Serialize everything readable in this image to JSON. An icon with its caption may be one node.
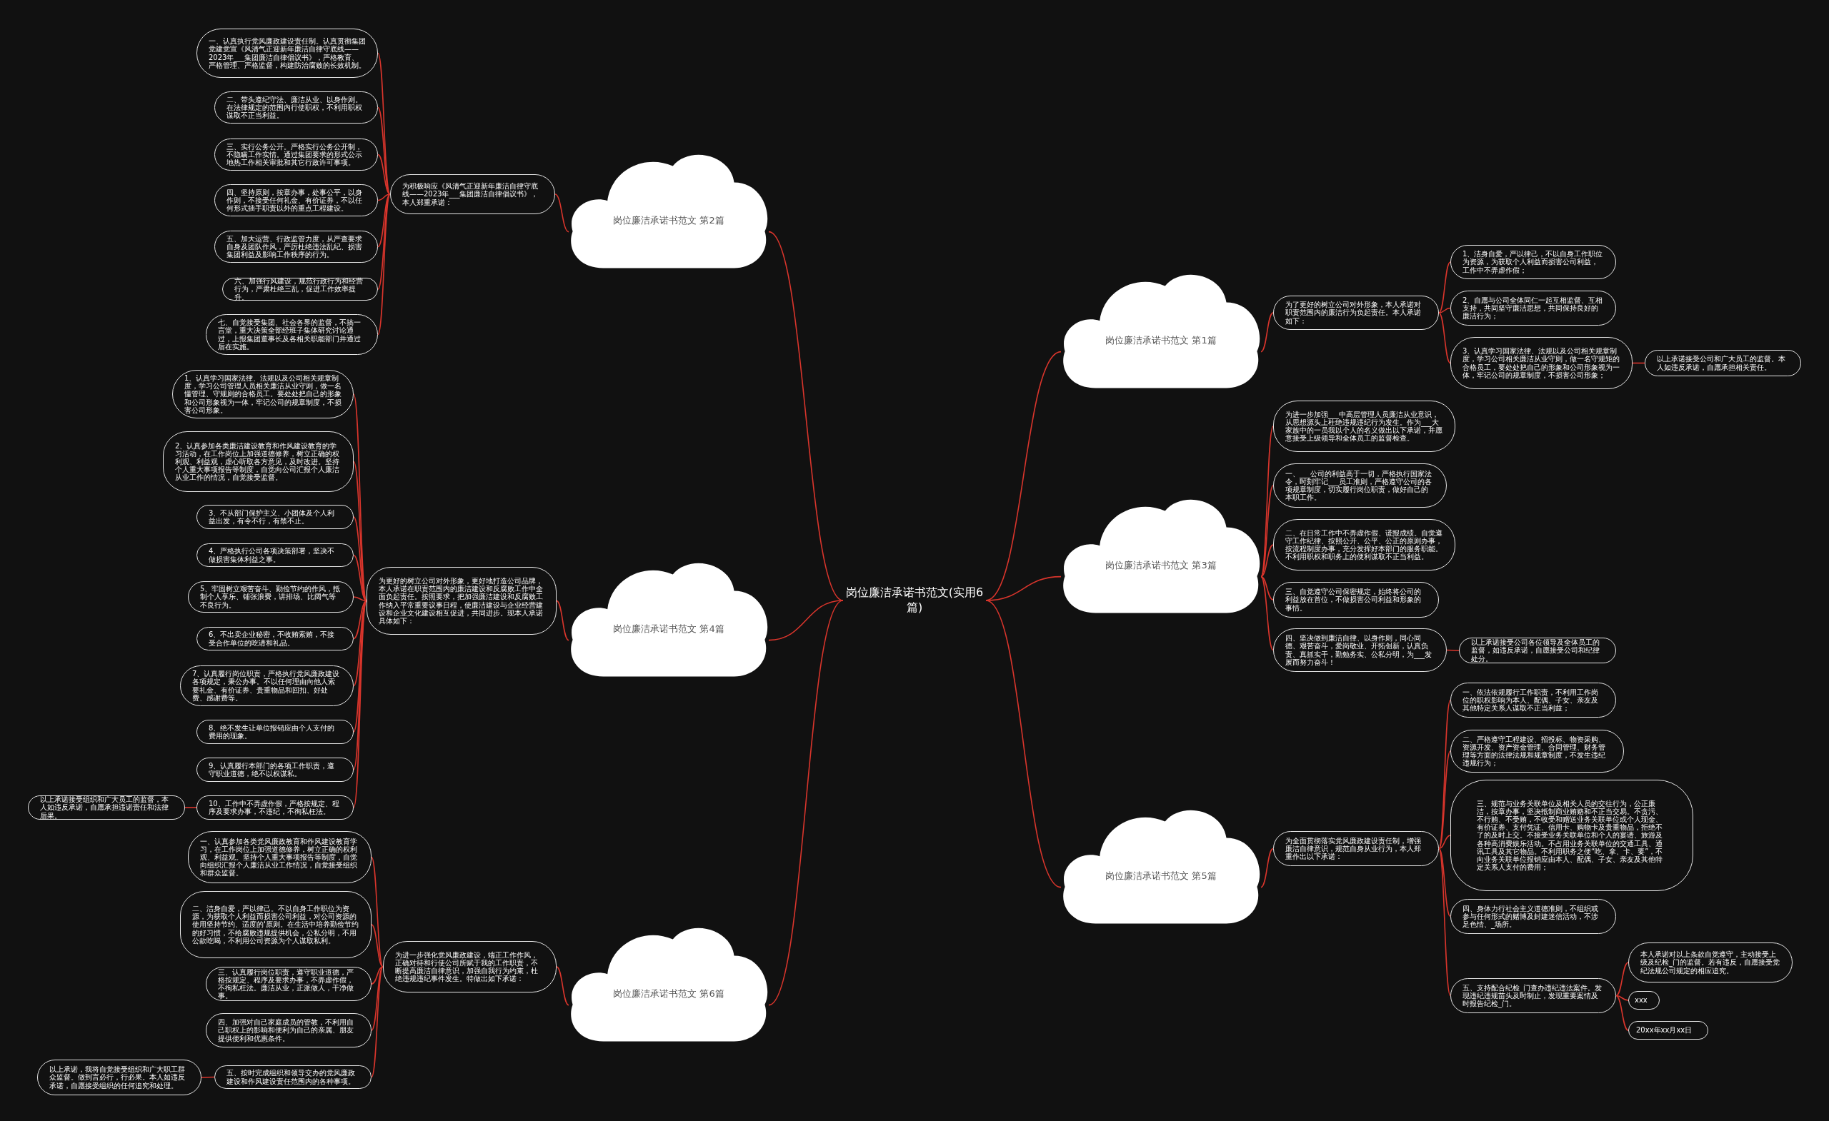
{
  "diagram": {
    "nodes": [
      {
        "text": [
          "岗位廉洁承诺书范文(实用6篇)"
        ]
      },
      {
        "text": [
          "岗位廉洁承诺书范文 第2篇"
        ]
      },
      {
        "text": [
          "为积极响应《风清气正迎新年廉洁自律守底线——2023年___集团廉洁自律倡议书》，本人郑重承诺："
        ]
      },
      {
        "text": [
          "一、认真执行党风廉政建设责任制。认真贯彻集团党建党宣《风清气正迎新年廉洁自律守底线——2023年___集团廉洁自律倡议书》，严格教育、严格管理、严格监督，构建防治腐败的长效机制。"
        ]
      },
      {
        "text": [
          "二、带头遵纪守法、廉洁从业、以身作则。在法律规定的范围内行使职权，不利用职权谋取不正当利益。"
        ]
      },
      {
        "text": [
          "三、实行公务公开。严格实行公务公开制，不隐瞒工作实情。通过集团要求的形式公示地热工作相关审批和其它行政许可事项。"
        ]
      },
      {
        "text": [
          "四、坚持原则，按章办事，处事公平，以身作则，不接受任何礼金、有价证券，不以任何形式插手职责以外的重点工程建设。"
        ]
      },
      {
        "text": [
          "五、加大运营、行政监管力度，从严查要求自身及团队作风，严厉杜绝违法乱纪、损害集团利益及影响工作秩序的行为。"
        ]
      },
      {
        "text": [
          "六、加强行风建设，规范行政行为和经营行为，严肃杜绝三乱，促进工作效率提升。"
        ]
      },
      {
        "text": [
          "七、自觉接受集团、社会各界的监督，不搞一言堂，重大决策全部经班子集体研究讨论通过，上报集团董事长及各相关职能部门并通过后在实施。"
        ]
      },
      {
        "text": [
          "岗位廉洁承诺书范文 第4篇"
        ]
      },
      {
        "text": [
          "为更好的树立公司对外形象，更好地打造公司品牌，本人承诺在职责范围内的廉洁建设和反腐败工作中全面负起责任。按照要求，把加强廉洁建设和反腐败工作纳入平常重要议事日程，使廉洁建设与企业经营建设和企业文化建设相互促进，共同进步。现本人承诺具体如下："
        ]
      },
      {
        "text": [
          "1、认真学习国家法律、法规以及公司相关规章制度，学习公司管理人员相关廉洁从业守则，做一名懂管理、守规则的合格员工。要处处把自己的形象和公司形象视为一体，牢记公司的规章制度，不损害公司形象。"
        ]
      },
      {
        "text": [
          "2、认真参加各类廉洁建设教育和作风建设教育的学习活动，在工作岗位上加强道德修养，树立正确的权利观、利益观，虚心听取各方意见，及时改进。坚持个人重大事项报告等制度，自觉向公司汇报个人廉洁从业工作的情况，自觉接受监督。"
        ]
      },
      {
        "text": [
          "3、不从部门保护主义、小团体及个人利益出发，有令不行，有禁不止。"
        ]
      },
      {
        "text": [
          "4、严格执行公司各项决策部署，坚决不做损害集体利益之事。"
        ]
      },
      {
        "text": [
          "5、牢固树立艰苦奋斗、勤俭节约的作风，抵制个人享乐、铺张浪费，讲排场、比阔气等不良行为。"
        ]
      },
      {
        "text": [
          "6、不出卖企业秘密，不收贿索贿，不接受合作单位的吃请和礼品。"
        ]
      },
      {
        "text": [
          "7、认真履行岗位职责，严格执行党风廉政建设各项规定，秉公办事。不以任何理由向他人索要礼金、有价证券、贵重物品和回扣、好处费、感谢费等。"
        ]
      },
      {
        "text": [
          "8、绝不发生让单位报销应由个人支付的费用的现象。"
        ]
      },
      {
        "text": [
          "9、认真履行本部门的各项工作职责，遵守职业道德，绝不以权谋私。"
        ]
      },
      {
        "text": [
          "10、工作中不弄虚作假，严格按规定、程序及要求办事，不违纪，不徇私枉法。"
        ]
      },
      {
        "text": [
          "以上承诺接受组织和广大员工的监督，本人如违反承诺，自愿承担违诺责任和法律后果。"
        ]
      },
      {
        "text": [
          "岗位廉洁承诺书范文 第6篇"
        ]
      },
      {
        "text": [
          "为进一步强化党风廉政建设，端正工作作风，正确对待和行使公司所赋于我的工作职责，不断提高廉洁自律意识，加强自我行为约束，杜绝违规违纪事件发生。特做出如下承诺："
        ]
      },
      {
        "text": [
          "一、认真参加各类党风廉政教育和作风建设教育学习，在工作岗位上加强道德修养，树立正确的权利观、利益观。坚持个人重大事项报告等制度，自觉向组织汇报个人廉洁从业工作情况，自觉接受组织和群众监督。"
        ]
      },
      {
        "text": [
          "二、洁身自爱，严以律己。不以自身工作职位为资源，为获取个人利益而损害公司利益，对公司资源的使用坚持节约、适度的'原则。在生活中培养勤俭节约的好习惯，不给腐败违规提供机会，公私分明，不用公款吃喝，不利用公司资源为个人谋取私利。"
        ]
      },
      {
        "text": [
          "三、认真履行岗位职责，遵守职业道德，严格按规定、程序及要求办事，不弄虚作假，不徇私枉法。廉洁从业，正派做人，干净做事。"
        ]
      },
      {
        "text": [
          "四、加强对自己家庭成员的管教，不利用自己职权上的影响和便利为自己的亲属、朋友提供便利和优惠条件。"
        ]
      },
      {
        "text": [
          "五、按时完成组织和领导交办的党风廉政建设和作风建设责任范围内的各种事项。"
        ]
      },
      {
        "text": [
          "以上承诺，我将自觉接受组织和广大职工群众监督。做到言必行，行必果。本人如违反承诺，自愿接受组织的任何追究和处理。"
        ]
      },
      {
        "text": [
          "岗位廉洁承诺书范文 第1篇"
        ]
      },
      {
        "text": [
          "为了更好的树立公司对外形象，本人承诺对职责范围内的廉洁行为负起责任。本人承诺如下："
        ]
      },
      {
        "text": [
          "1、洁身自爱，严以律己，不以自身工作职位为资源，为获取个人利益而损害公司利益，工作中不弄虚作假；"
        ]
      },
      {
        "text": [
          "2、自愿与公司全体同仁一起互相监督、互相支持，共同坚守廉洁思想，共同保持良好的廉洁行为；"
        ]
      },
      {
        "text": [
          "3、认真学习国家法律、法规以及公司相关规章制度，学习公司相关廉洁从业守则，做一名守规矩的合格员工，要处处把自己的形象和公司形象视为一体，牢记公司的规章制度，不损害公司形象；"
        ]
      },
      {
        "text": [
          "以上承诺接受公司和广大员工的监督。本人如违反承诺，自愿承担相关责任。"
        ]
      },
      {
        "text": [
          "岗位廉洁承诺书范文 第3篇"
        ]
      },
      {
        "text": [
          "为进一步加强___中高层管理人员廉洁从业意识，从思想源头上杜绝违规违纪行为发生。作为___大家族中的一员我以个人的名义做出以下承诺，并愿意接受上级领导和全体员工的监督检查。"
        ]
      },
      {
        "text": [
          "一、___公司的利益高于一切，严格执行国家法令，时刻牢记___员工准则，严格遵守公司的各项规章制度，切实履行岗位职责，做好自己的本职工作。"
        ]
      },
      {
        "text": [
          "二、在日常工作中不弄虚作假、谎报成绩。自觉遵守工作纪律、按照公开、公平、公正的原则办事，按流程制度办事，充分发挥好本部门的服务职能。不利用职权和职务上的便利谋取不正当利益。"
        ]
      },
      {
        "text": [
          "三、自觉遵守公司保密规定，始终将公司的利益放在首位，不做损害公司利益和形象的事情。"
        ]
      },
      {
        "text": [
          "四、坚决做到廉洁自律、以身作则，同心同德、艰苦奋斗，爱岗敬业、开拓创新，认真负责、真抓实干，勤勉务实、公私分明，为___发展而努力奋斗！"
        ]
      },
      {
        "text": [
          "以上承诺接受公司各位领导及全体员工的监督，如违反承诺，自愿接受公司和纪律处分。"
        ]
      },
      {
        "text": [
          "岗位廉洁承诺书范文 第5篇"
        ]
      },
      {
        "text": [
          "为全面贯彻落实党风廉政建设责任制，增强廉洁自律意识，规范自身从业行为，本人郑重作出以下承诺："
        ]
      },
      {
        "text": [
          "一、依法依规履行工作职责，不利用工作岗位的职权影响为本人、配偶、子女、亲友及其他特定关系人谋取不正当利益；"
        ]
      },
      {
        "text": [
          "二、严格遵守工程建设、招投标、物资采购、资源开发、资产资金管理、合同管理、财务管理等方面的法律法规和规章制度，不发生违纪违规行为；"
        ]
      },
      {
        "text": [
          "三、规范与业务关联单位及相关人员的交往行为，公正廉洁，按章办事，坚决抵制商业贿赂和不正当交易。不贪污、不行贿、不受贿，不收受和赠送业务关联单位或个人现金、有价证券、支付凭证、信用卡、购物卡及贵重物品，拒绝不了的及时上交。不接受业务关联单位和个人的宴请、旅游及各种高消费娱乐活动。不占用业务关联单位的交通工具、通讯工具及其它物品。不利用职务之便“吃、拿、卡、要”，不向业务关联单位报销应由本人、配偶、子女、亲友及其他特定关系人支付的费用；"
        ]
      },
      {
        "text": [
          "四、身体力行社会主义道德准则，不组织或参与任何形式的赌博及封建迷信活动，不涉足色情、_场所。"
        ]
      },
      {
        "text": [
          "五、支持配合纪检_门查办违纪违法案件。发现违纪违规苗头及时制止，发现重要案情及时报告纪检_门。"
        ]
      },
      {
        "text": [
          "本人承诺对以上条款自觉遵守，主动接受上级及纪检_门的监督。若有违反，自愿接受党纪法规公司规定的相应追究。"
        ]
      },
      {
        "text": [
          "xxx"
        ]
      },
      {
        "text": [
          "20xx年xx月xx日"
        ]
      }
    ],
    "edges": [
      {
        "from": 0,
        "to": 1,
        "arrow": "none"
      },
      {
        "from": 0,
        "to": 10,
        "arrow": "none"
      },
      {
        "from": 0,
        "to": 23,
        "arrow": "none"
      },
      {
        "from": 0,
        "to": 31,
        "arrow": "none"
      },
      {
        "from": 0,
        "to": 37,
        "arrow": "none"
      },
      {
        "from": 0,
        "to": 44,
        "arrow": "none"
      },
      {
        "from": 1,
        "to": 2,
        "arrow": "none"
      },
      {
        "from": 2,
        "to": 3,
        "arrow": "none"
      },
      {
        "from": 2,
        "to": 4,
        "arrow": "none"
      },
      {
        "from": 2,
        "to": 5,
        "arrow": "none"
      },
      {
        "from": 2,
        "to": 6,
        "arrow": "none"
      },
      {
        "from": 2,
        "to": 7,
        "arrow": "none"
      },
      {
        "from": 2,
        "to": 8,
        "arrow": "none"
      },
      {
        "from": 2,
        "to": 9,
        "arrow": "none"
      },
      {
        "from": 10,
        "to": 11,
        "arrow": "none"
      },
      {
        "from": 11,
        "to": 12,
        "arrow": "none"
      },
      {
        "from": 11,
        "to": 13,
        "arrow": "none"
      },
      {
        "from": 11,
        "to": 14,
        "arrow": "none"
      },
      {
        "from": 11,
        "to": 15,
        "arrow": "none"
      },
      {
        "from": 11,
        "to": 16,
        "arrow": "none"
      },
      {
        "from": 11,
        "to": 17,
        "arrow": "none"
      },
      {
        "from": 11,
        "to": 18,
        "arrow": "none"
      },
      {
        "from": 11,
        "to": 19,
        "arrow": "none"
      },
      {
        "from": 11,
        "to": 20,
        "arrow": "none"
      },
      {
        "from": 11,
        "to": 21,
        "arrow": "none"
      },
      {
        "from": 21,
        "to": 22,
        "arrow": "none"
      },
      {
        "from": 23,
        "to": 24,
        "arrow": "none"
      },
      {
        "from": 24,
        "to": 25,
        "arrow": "none"
      },
      {
        "from": 24,
        "to": 26,
        "arrow": "none"
      },
      {
        "from": 24,
        "to": 27,
        "arrow": "none"
      },
      {
        "from": 24,
        "to": 28,
        "arrow": "none"
      },
      {
        "from": 24,
        "to": 29,
        "arrow": "none"
      },
      {
        "from": 29,
        "to": 30,
        "arrow": "none"
      },
      {
        "from": 31,
        "to": 32,
        "arrow": "none"
      },
      {
        "from": 32,
        "to": 33,
        "arrow": "none"
      },
      {
        "from": 32,
        "to": 34,
        "arrow": "none"
      },
      {
        "from": 32,
        "to": 35,
        "arrow": "none"
      },
      {
        "from": 35,
        "to": 36,
        "arrow": "none"
      },
      {
        "from": 37,
        "to": 38,
        "arrow": "none"
      },
      {
        "from": 37,
        "to": 39,
        "arrow": "none"
      },
      {
        "from": 37,
        "to": 40,
        "arrow": "none"
      },
      {
        "from": 37,
        "to": 41,
        "arrow": "none"
      },
      {
        "from": 37,
        "to": 42,
        "arrow": "none"
      },
      {
        "from": 42,
        "to": 43,
        "arrow": "none"
      },
      {
        "from": 44,
        "to": 45,
        "arrow": "none"
      },
      {
        "from": 45,
        "to": 46,
        "arrow": "none"
      },
      {
        "from": 45,
        "to": 47,
        "arrow": "none"
      },
      {
        "from": 45,
        "to": 48,
        "arrow": "none"
      },
      {
        "from": 45,
        "to": 49,
        "arrow": "none"
      },
      {
        "from": 45,
        "to": 50,
        "arrow": "none"
      },
      {
        "from": 50,
        "to": 51,
        "arrow": "none"
      },
      {
        "from": 50,
        "to": 52,
        "arrow": "none"
      },
      {
        "from": 50,
        "to": 53,
        "arrow": "none"
      }
    ]
  }
}
